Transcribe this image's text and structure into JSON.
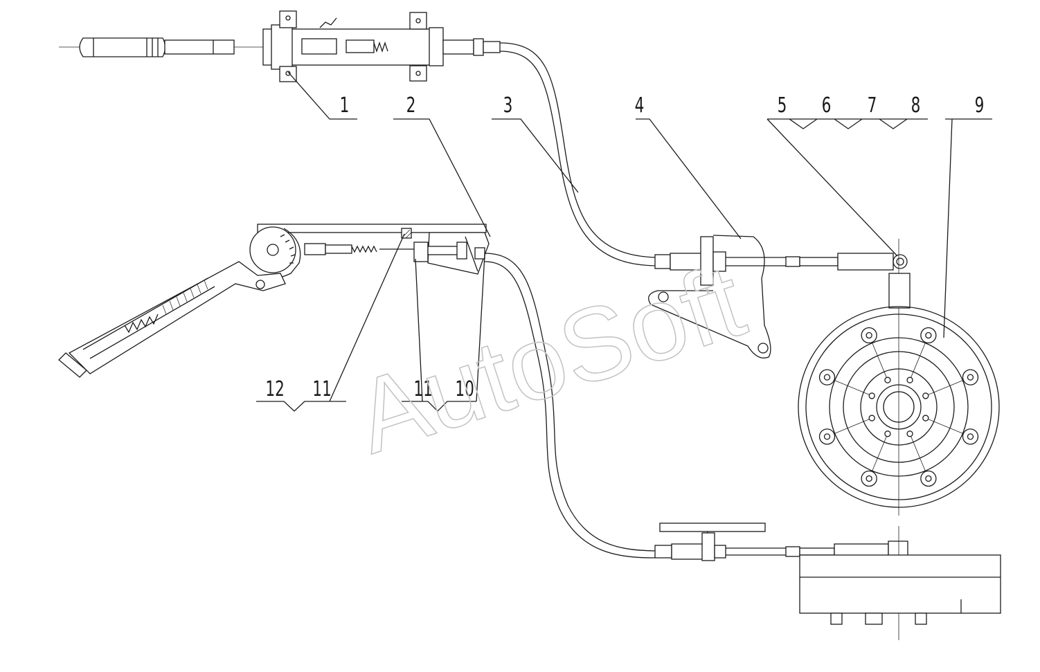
{
  "callouts": {
    "c1": "1",
    "c2": "2",
    "c3": "3",
    "c4": "4",
    "c5": "5",
    "c6": "6",
    "c7": "7",
    "c8": "8",
    "c9": "9",
    "c10": "10",
    "c11a": "11",
    "c11b": "11",
    "c12": "12"
  },
  "watermark": "AutoSoft",
  "colors": {
    "line": "#1a1a1a",
    "watermark": "#c4c4c4",
    "background": "#ffffff"
  }
}
